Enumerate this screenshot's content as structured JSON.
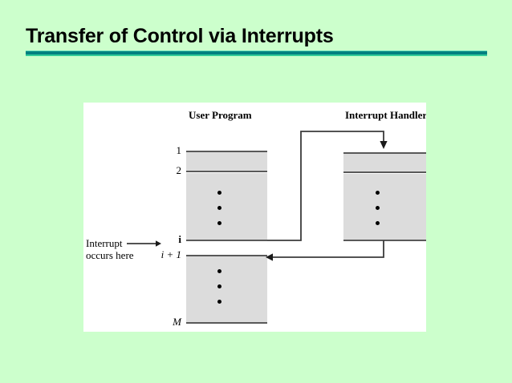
{
  "slide": {
    "title": "Transfer of Control via Interrupts",
    "background_color": "#CCFFCC",
    "accent_color": "#008080",
    "title_color": "#000000"
  },
  "figure": {
    "panel_background": "#FFFFFF",
    "block_fill": "#DCDCDC",
    "rule_color": "#595959",
    "columns": [
      {
        "name": "user-program",
        "heading": "User Program",
        "line_labels": [
          "1",
          "2",
          "i",
          "i + 1",
          "M"
        ],
        "ellipsis_marks": [
          "•",
          "•",
          "•"
        ]
      },
      {
        "name": "interrupt-handler",
        "heading": "Interrupt Handler",
        "line_labels": [],
        "ellipsis_marks": [
          "•",
          "•",
          "•"
        ]
      }
    ],
    "annotation": {
      "line1": "Interrupt",
      "line2": "occurs here",
      "arrow": "arrow-right"
    },
    "connectors": [
      {
        "name": "control-transfer-to-handler",
        "from": "user-program-line-i",
        "to": "interrupt-handler-entry",
        "arrow": "arrow-down"
      },
      {
        "name": "control-return-to-user-program",
        "from": "interrupt-handler-exit",
        "to": "user-program-line-i-plus-1",
        "arrow": "arrow-left"
      }
    ]
  }
}
